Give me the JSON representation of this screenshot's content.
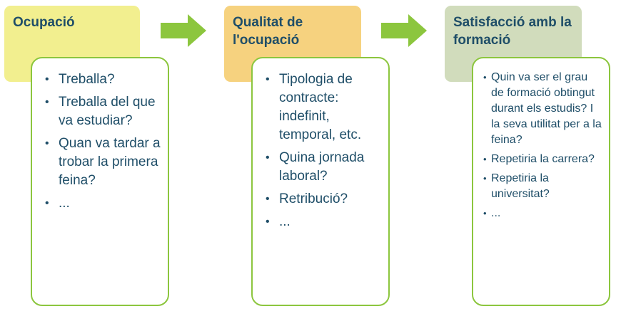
{
  "colors": {
    "header_1": "#f2ef8f",
    "header_2": "#f6d27f",
    "header_3": "#d1dcbc",
    "card_border": "#8cc63e",
    "arrow": "#8cc63e",
    "text": "#1f4e68"
  },
  "bullet_glyph": "•",
  "arrow_icon": "right-arrow-icon",
  "stages": [
    {
      "title": "Ocupació",
      "items": [
        "Treballa?",
        "Treballa del que va estudiar?",
        "Quan va tardar a trobar la primera feina?",
        "..."
      ]
    },
    {
      "title": "Qualitat de l'ocupació",
      "items": [
        "Tipologia de contracte: indefinit, temporal, etc.",
        "Quina jornada laboral?",
        "Retribució?",
        "..."
      ]
    },
    {
      "title": "Satisfacció amb la formació",
      "items": [
        "Quin va ser el grau de formació obtingut durant els estudis? I la seva utilitat per a la feina?",
        "Repetiria la carrera?",
        "Repetiria la universitat?",
        "..."
      ]
    }
  ]
}
